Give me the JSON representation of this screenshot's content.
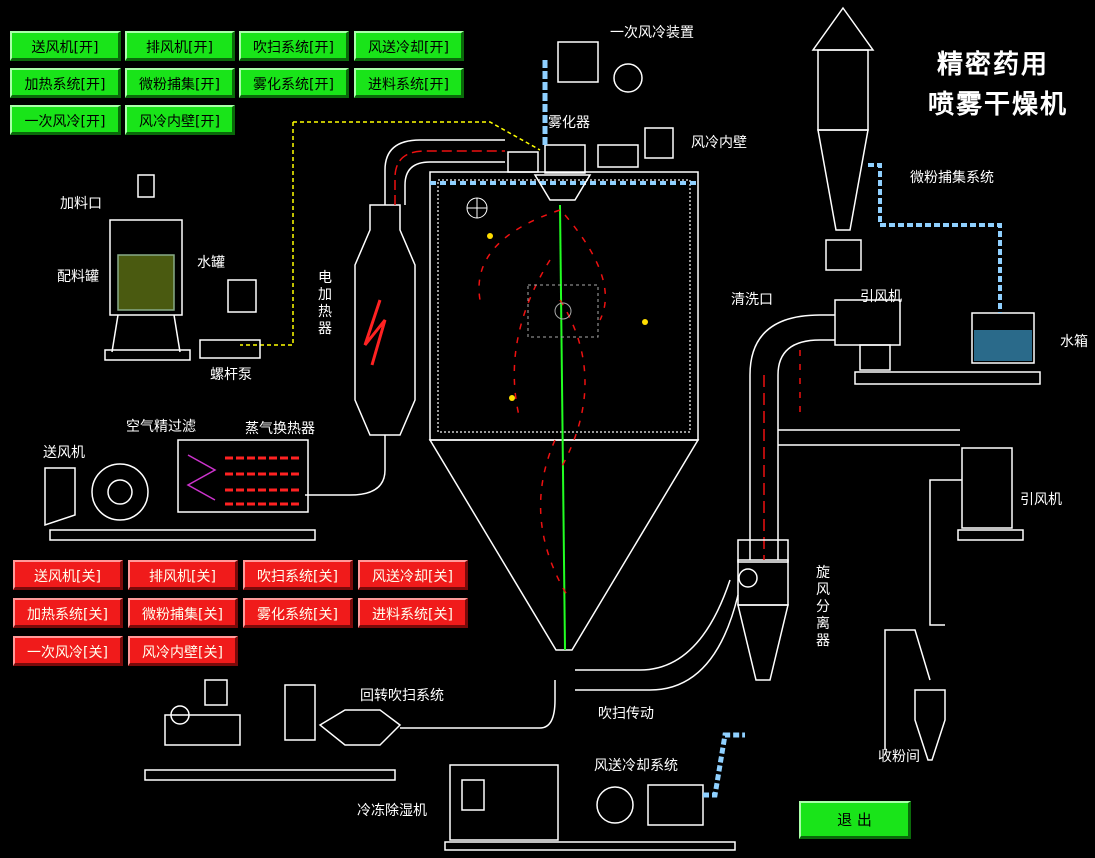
{
  "title": {
    "line1": "精密药用",
    "line2": "喷雾干燥机"
  },
  "buttons_on": [
    "送风机[开]",
    "排风机[开]",
    "吹扫系统[开]",
    "风送冷却[开]",
    "加热系统[开]",
    "微粉捕集[开]",
    "雾化系统[开]",
    "进料系统[开]",
    "一次风冷[开]",
    "风冷内壁[开]"
  ],
  "buttons_off": [
    "送风机[关]",
    "排风机[关]",
    "吹扫系统[关]",
    "风送冷却[关]",
    "加热系统[关]",
    "微粉捕集[关]",
    "雾化系统[关]",
    "进料系统[关]",
    "一次风冷[关]",
    "风冷内壁[关]"
  ],
  "exit_label": "退 出",
  "labels": {
    "primary_cooling": "一次风冷装置",
    "atomizer": "雾化器",
    "wall_cooling": "风冷内壁",
    "fine_powder": "微粉捕集系统",
    "feed_port": "加料口",
    "mixing_tank": "配料罐",
    "water_tank_small": "水罐",
    "electric_heater": "电加热器",
    "screw_pump": "螺杆泵",
    "air_filter": "空气精过滤",
    "steam_exchanger": "蒸气换热器",
    "blower": "送风机",
    "clean_port": "清洗口",
    "induced_fan_top": "引风机",
    "water_box": "水箱",
    "induced_fan_right": "引风机",
    "cyclone": "旋风分离器",
    "rotary_purge": "回转吹扫系统",
    "purge_drive": "吹扫传动",
    "air_cooling_sys": "风送冷却系统",
    "powder_room": "收粉间",
    "dehumidifier": "冷冻除湿机"
  },
  "colors": {
    "on": "#19e419",
    "off": "#f01b1b",
    "duct": "#e11",
    "cool": "#8fd0ff"
  }
}
